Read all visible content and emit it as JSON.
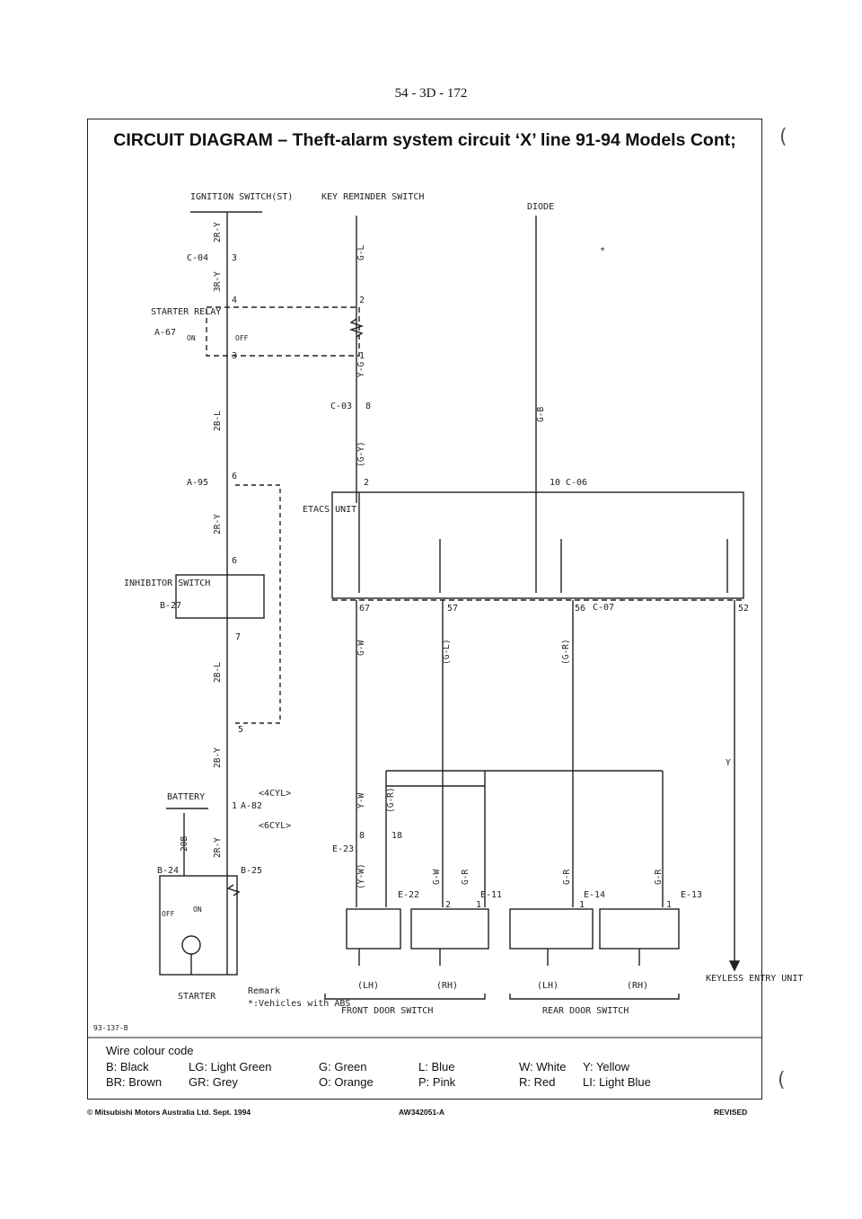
{
  "page": {
    "page_number": "54 - 3D - 172",
    "title": "CIRCUIT DIAGRAM – Theft-alarm system circuit ‘X’ line 91-94 Models Cont;",
    "figure_code": "93-137-B",
    "colors": {
      "line": "#222222",
      "paper": "#ffffff"
    }
  },
  "diagram": {
    "components": {
      "ignition_switch": "IGNITION SWITCH(ST)",
      "key_reminder_switch": "KEY REMINDER SWITCH",
      "diode": "DIODE",
      "starter_relay": "STARTER RELAY",
      "inhibitor_switch": "INHIBITOR SWITCH",
      "etacs_unit": "ETACS UNIT",
      "battery": "BATTERY",
      "starter": "STARTER",
      "keyless_entry_unit": "KEYLESS ENTRY UNIT",
      "front_door_switch": "FRONT DOOR SWITCH",
      "rear_door_switch": "REAR DOOR SWITCH"
    },
    "connectors": {
      "c04": "C-04",
      "a67": "A-67",
      "c03": "C-03",
      "a95": "A-95",
      "b27": "B-27",
      "c06": "C-06",
      "c07": "C-07",
      "a82": "A-82",
      "b24": "B-24",
      "b25": "B-25",
      "e23": "E-23",
      "e22": "E-22",
      "e11": "E-11",
      "e14": "E-14",
      "e13": "E-13"
    },
    "wires": {
      "w_2ry_top": "2R-Y",
      "w_3ry": "3R-Y",
      "w_gl": "G-L",
      "w_gb": "G-B",
      "w_yg": "Y-G",
      "w_2bl_top": "2B-L",
      "w_gy_paren": "(G-Y)",
      "w_2ry_mid": "2R-Y",
      "w_2bl_bot": "2B-L",
      "w_2by": "2B-Y",
      "w_2by_bat": "2R-Y",
      "w_20b": "20B",
      "w_gw": "G-W",
      "w_gl_paren": "(G-L)",
      "w_gr_paren": "(G-R)",
      "w_yw": "Y-W",
      "w_yw_paren": "(Y-W)",
      "w_gr_paren2": "(G-R)",
      "w_y": "Y",
      "w_gr_rr": "G-R",
      "w_gr_rrh": "G-R",
      "w_gw_fr": "G-W",
      "w_gr_fr2": "G-R"
    },
    "pins": {
      "p3": "3",
      "p4": "4",
      "p2": "2",
      "p1": "1",
      "p3b": "3",
      "p8": "8",
      "p2b": "2",
      "p10": "10",
      "p6": "6",
      "p6b": "6",
      "p7": "7",
      "p5": "5",
      "p67": "67",
      "p57": "57",
      "p56": "56",
      "p52": "52",
      "p1b": "1",
      "p18": "18",
      "p8b": "8",
      "p2c": "2",
      "p1c": "1",
      "p1d": "1",
      "p1e": "1"
    },
    "switch_labels": {
      "on": "ON",
      "off": "OFF"
    },
    "labels": {
      "star": "*",
      "cyl4": "<4CYL>",
      "cyl6": "<6CYL>",
      "lh": "(LH)",
      "rh": "(RH)",
      "lh2": "(LH)",
      "rh2": "(RH)",
      "remark_title": "Remark",
      "remark_text": "*:Vehicles with ABS"
    }
  },
  "legend": {
    "heading": "Wire colour code",
    "columns": [
      [
        "B: Black",
        "BR: Brown"
      ],
      [
        "LG: Light Green",
        "GR: Grey"
      ],
      [
        "G: Green",
        "O: Orange"
      ],
      [
        "L: Blue",
        "P: Pink"
      ],
      [
        "W: White",
        "R: Red"
      ],
      [
        "Y: Yellow",
        "LI: Light Blue"
      ]
    ]
  },
  "footer": {
    "copyright": "© Mitsubishi Motors Australia Ltd. Sept. 1994",
    "code": "AW342051-A",
    "status": "REVISED"
  }
}
